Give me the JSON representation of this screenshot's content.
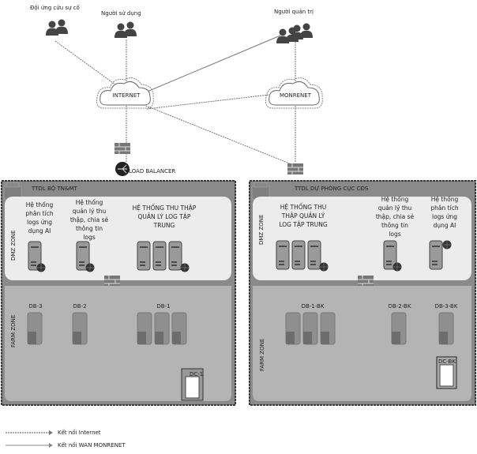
{
  "actors": {
    "incident_team": "Đội ứng cứu sự cố",
    "users": "Người sử dụng",
    "admins": "Người quản trị"
  },
  "networks": {
    "internet": "INTERNET",
    "monrenet": "MONRENET",
    "load_balancer": "LOAD BALANCER"
  },
  "left_dc": {
    "title": "TTDL BỘ TN&MT",
    "dmz_label": "DMZ ZONE",
    "farm_label": "FARM ZONE",
    "sys_ai": [
      "Hệ thống",
      "phân tích",
      "logs ứng",
      "dụng AI"
    ],
    "sys_share": [
      "Hệ thống",
      "quản lý thu",
      "thập, chia sẻ",
      "thông tin",
      "logs"
    ],
    "sys_central": [
      "HỆ THỐNG THU THẬP",
      "QUẢN LÝ LOG TẬP",
      "TRUNG"
    ],
    "db": [
      "DB-3",
      "DB-2",
      "DB-1"
    ],
    "dc": "DC-1"
  },
  "right_dc": {
    "title": "TTDL DỰ PHÒNG CỤC CĐS",
    "dmz_label": "DMZ ZONE",
    "farm_label": "FARM ZONE",
    "sys_central": [
      "HỆ THỐNG THU",
      "THẬP QUẢN LÝ",
      "LOG TẬP TRUNG"
    ],
    "sys_share": [
      "Hệ thống",
      "quản lý thu",
      "thập, chia sẻ",
      "thông tin",
      "logs"
    ],
    "sys_ai": [
      "Hệ thống",
      "phân tích",
      "logs ứng",
      "dụng AI"
    ],
    "db": [
      "DB-1-BK",
      "DB-2-BK",
      "DB-3-BK"
    ],
    "dc": "DC-BK"
  },
  "legend": {
    "internet": "Kết nối Internet",
    "wan": "Kết nối WAN MONRENET"
  },
  "colors": {
    "dc_border": "#3a3a3a",
    "dc_fill": "#8a8a8a",
    "dmz_fill": "#ececec",
    "farm_fill": "#b4b4b4",
    "server": "#9a9a9a",
    "icon": "#444444"
  }
}
